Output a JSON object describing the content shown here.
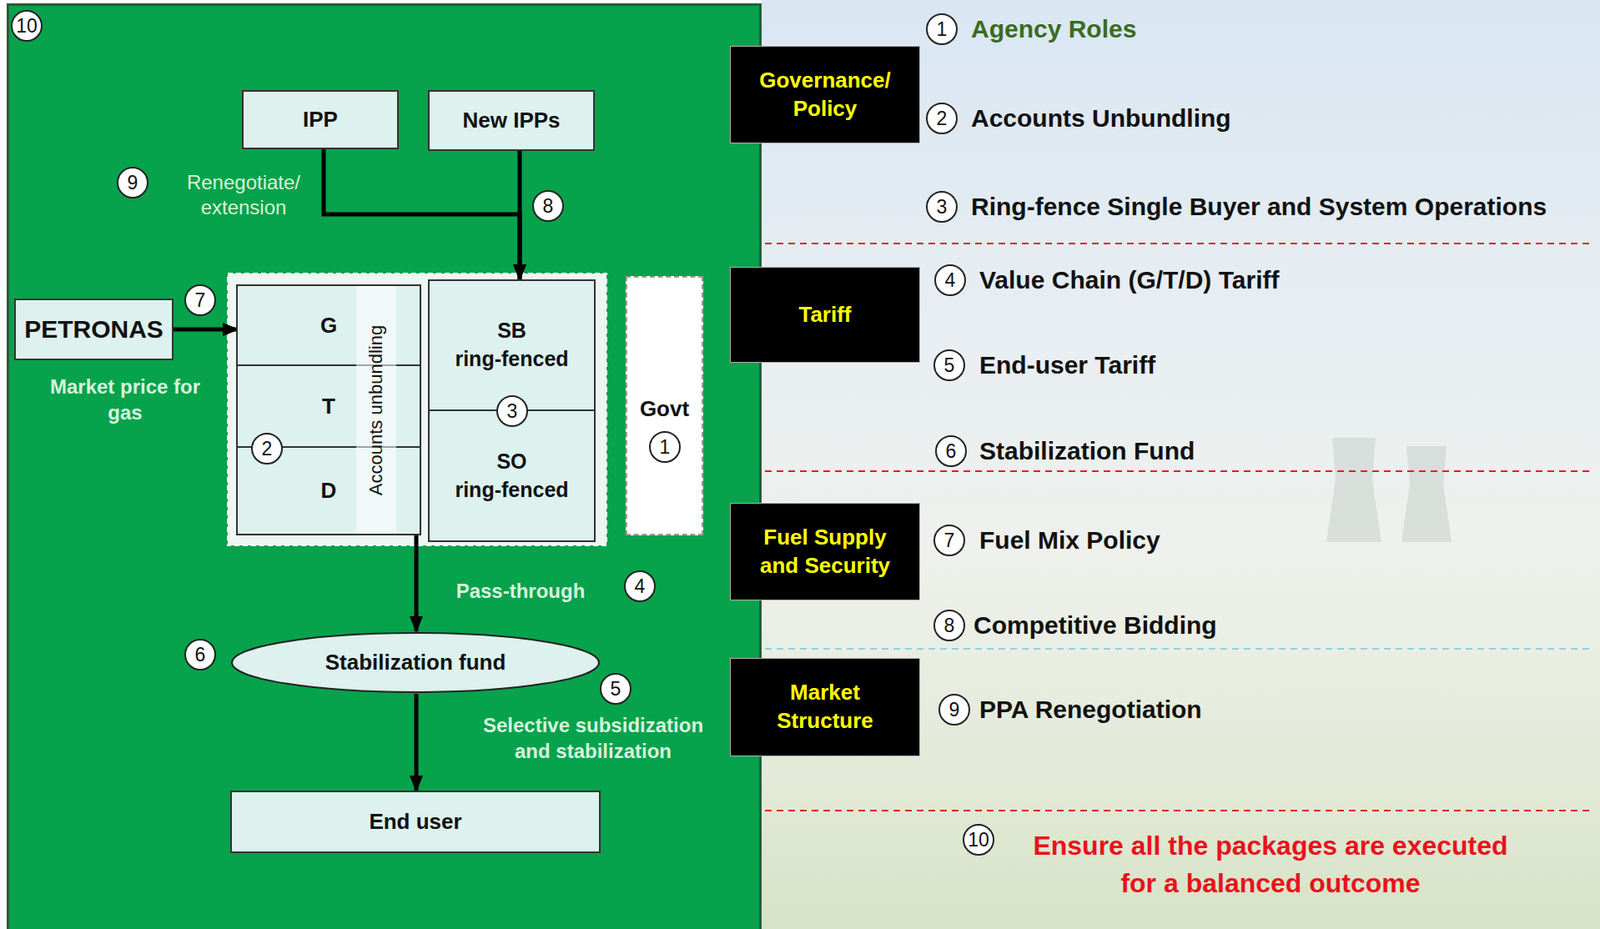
{
  "diagram": {
    "nodes": [
      {
        "text": [
          "IPP"
        ]
      },
      {
        "text": [
          "New IPPs"
        ]
      },
      {
        "text": [
          "PETRONAS"
        ]
      },
      {
        "text": [
          "Accounts unbundling"
        ]
      },
      {
        "text": [
          "G"
        ],
        "in": 3
      },
      {
        "text": [
          "T"
        ],
        "in": 3
      },
      {
        "text": [
          "D"
        ],
        "in": 3
      },
      {
        "text": [
          "SB ring-fenced"
        ]
      },
      {
        "text": [
          "SO ring-fenced"
        ]
      },
      {
        "text": [
          "Govt"
        ]
      },
      {
        "text": [
          "Stabilization fund"
        ]
      },
      {
        "text": [
          "End user"
        ]
      },
      {
        "text": [
          "Governance/ Policy"
        ]
      },
      {
        "text": [
          "Tariff"
        ]
      },
      {
        "text": [
          "Fuel Supply and Security"
        ]
      },
      {
        "text": [
          "Market Structure"
        ]
      }
    ],
    "edges": [
      {
        "from": 0,
        "to": 7,
        "arrow": "to"
      },
      {
        "from": 1,
        "to": 7,
        "arrow": "to"
      },
      {
        "from": 2,
        "to": 4,
        "arrow": "to"
      },
      {
        "from": 3,
        "to": 10,
        "label": "Pass-through",
        "arrow": "to"
      },
      {
        "from": 10,
        "to": 11,
        "arrow": "to"
      }
    ],
    "labels": [
      "10",
      "9",
      "Renegotiate/ extension",
      "8",
      "7",
      "Market price for gas",
      "2",
      "3",
      "1",
      "4",
      "6",
      "5",
      "Selective subsidization and stabilization",
      "1",
      "Agency Roles",
      "2",
      "Accounts Unbundling",
      "3",
      "Ring-fence Single Buyer and System Operations",
      "4",
      "Value Chain (G/T/D) Tariff",
      "5",
      "End-user Tariff",
      "6",
      "Stabilization Fund",
      "7",
      "Fuel Mix Policy",
      "8",
      "Competitive Bidding",
      "9",
      "PPA Renegotiation",
      "10",
      "Ensure all the packages are executed for a balanced outcome"
    ]
  }
}
